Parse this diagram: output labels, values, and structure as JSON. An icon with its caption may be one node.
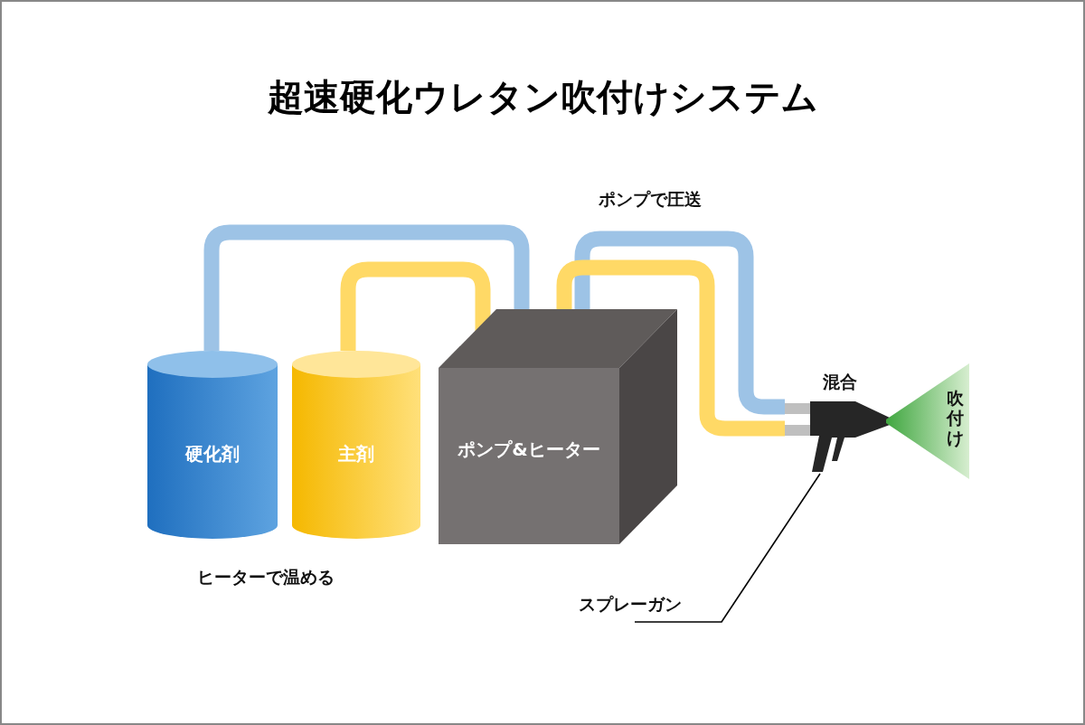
{
  "diagram": {
    "title": "超速硬化ウレタン吹付けシステム",
    "nodes": [
      {
        "text": [
          "硬化剤"
        ]
      },
      {
        "text": [
          "主剤"
        ]
      },
      {
        "text": [
          "ポンプ&ヒーター"
        ]
      },
      {
        "text": [],
        "shape": "picture"
      },
      {
        "text": [
          "スプレーガン"
        ]
      },
      {
        "text": [
          "吹付け"
        ]
      }
    ],
    "edges": [
      {
        "from": 0,
        "to": 2,
        "arrow": "none",
        "color": "#9dc3e6"
      },
      {
        "from": 1,
        "to": 2,
        "arrow": "none",
        "color": "#ffd966"
      },
      {
        "from": 2,
        "to": 3,
        "arrow": "none",
        "color": "#9dc3e6"
      },
      {
        "from": 2,
        "to": 3,
        "arrow": "none",
        "color": "#ffd966"
      },
      {
        "from": 4,
        "to": 3,
        "arrow": "none",
        "color": "#000000"
      }
    ],
    "labels": [
      "ポンプで圧送",
      "混合",
      "ヒーターで温める"
    ]
  }
}
